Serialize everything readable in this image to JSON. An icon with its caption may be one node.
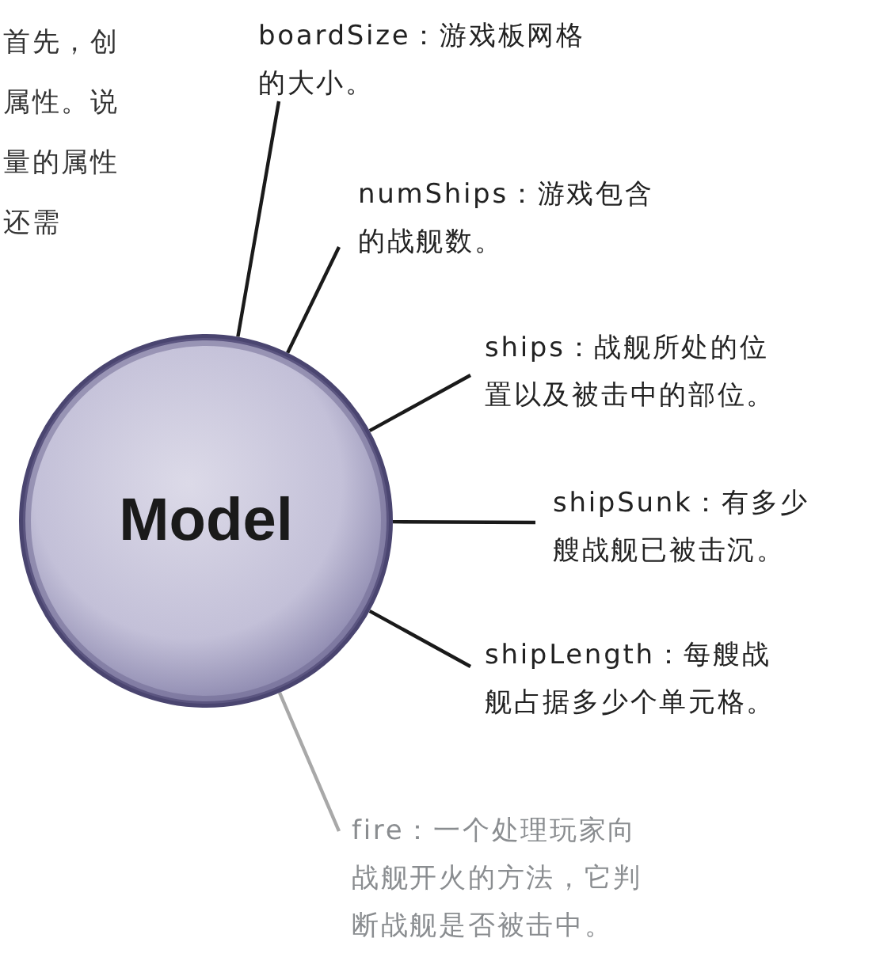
{
  "diagram": {
    "nodes": [
      {
        "text": [
          "Model"
        ]
      },
      {
        "text": [
          "boardSize：游戏板网格的大小。"
        ]
      },
      {
        "text": [
          "numShips：游戏包含的战舰数。"
        ]
      },
      {
        "text": [
          "ships：战舰所处的位置以及被击中的部位。"
        ]
      },
      {
        "text": [
          "shipSunk：有多少艘战舰已被击沉。"
        ]
      },
      {
        "text": [
          "shipLength：每艘战舰占据多少个单元格。"
        ]
      },
      {
        "text": [
          "fire：一个处理玩家向战舰开火的方法，它判断战舰是否被击中。"
        ]
      }
    ],
    "edges": [
      {
        "from": 1,
        "to": 0,
        "arrow": "none"
      },
      {
        "from": 2,
        "to": 0,
        "arrow": "none"
      },
      {
        "from": 3,
        "to": 0,
        "arrow": "none"
      },
      {
        "from": 4,
        "to": 0,
        "arrow": "none"
      },
      {
        "from": 5,
        "to": 0,
        "arrow": "none"
      },
      {
        "from": 6,
        "to": 0,
        "arrow": "none",
        "color": "#a8a8a8"
      }
    ],
    "labels": [
      "首先，创属性。说量的属性还需"
    ]
  }
}
